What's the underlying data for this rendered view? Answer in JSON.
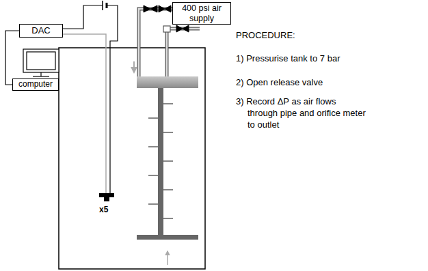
{
  "diagram": {
    "nodes": [
      {
        "text": [
          "DAC"
        ]
      },
      {
        "text": [
          "computer"
        ]
      },
      {
        "text": [
          "400 psi air supply"
        ]
      }
    ],
    "edges": [
      {
        "from": 0,
        "to": 1,
        "arrow": "none"
      }
    ],
    "labels": [
      "x5",
      "PROCEDURE:",
      "1) Pressurise tank to 7 bar",
      "2) Open release valve",
      "3) Record ΔP as air flows through pipe and orifice meter to outlet"
    ]
  }
}
